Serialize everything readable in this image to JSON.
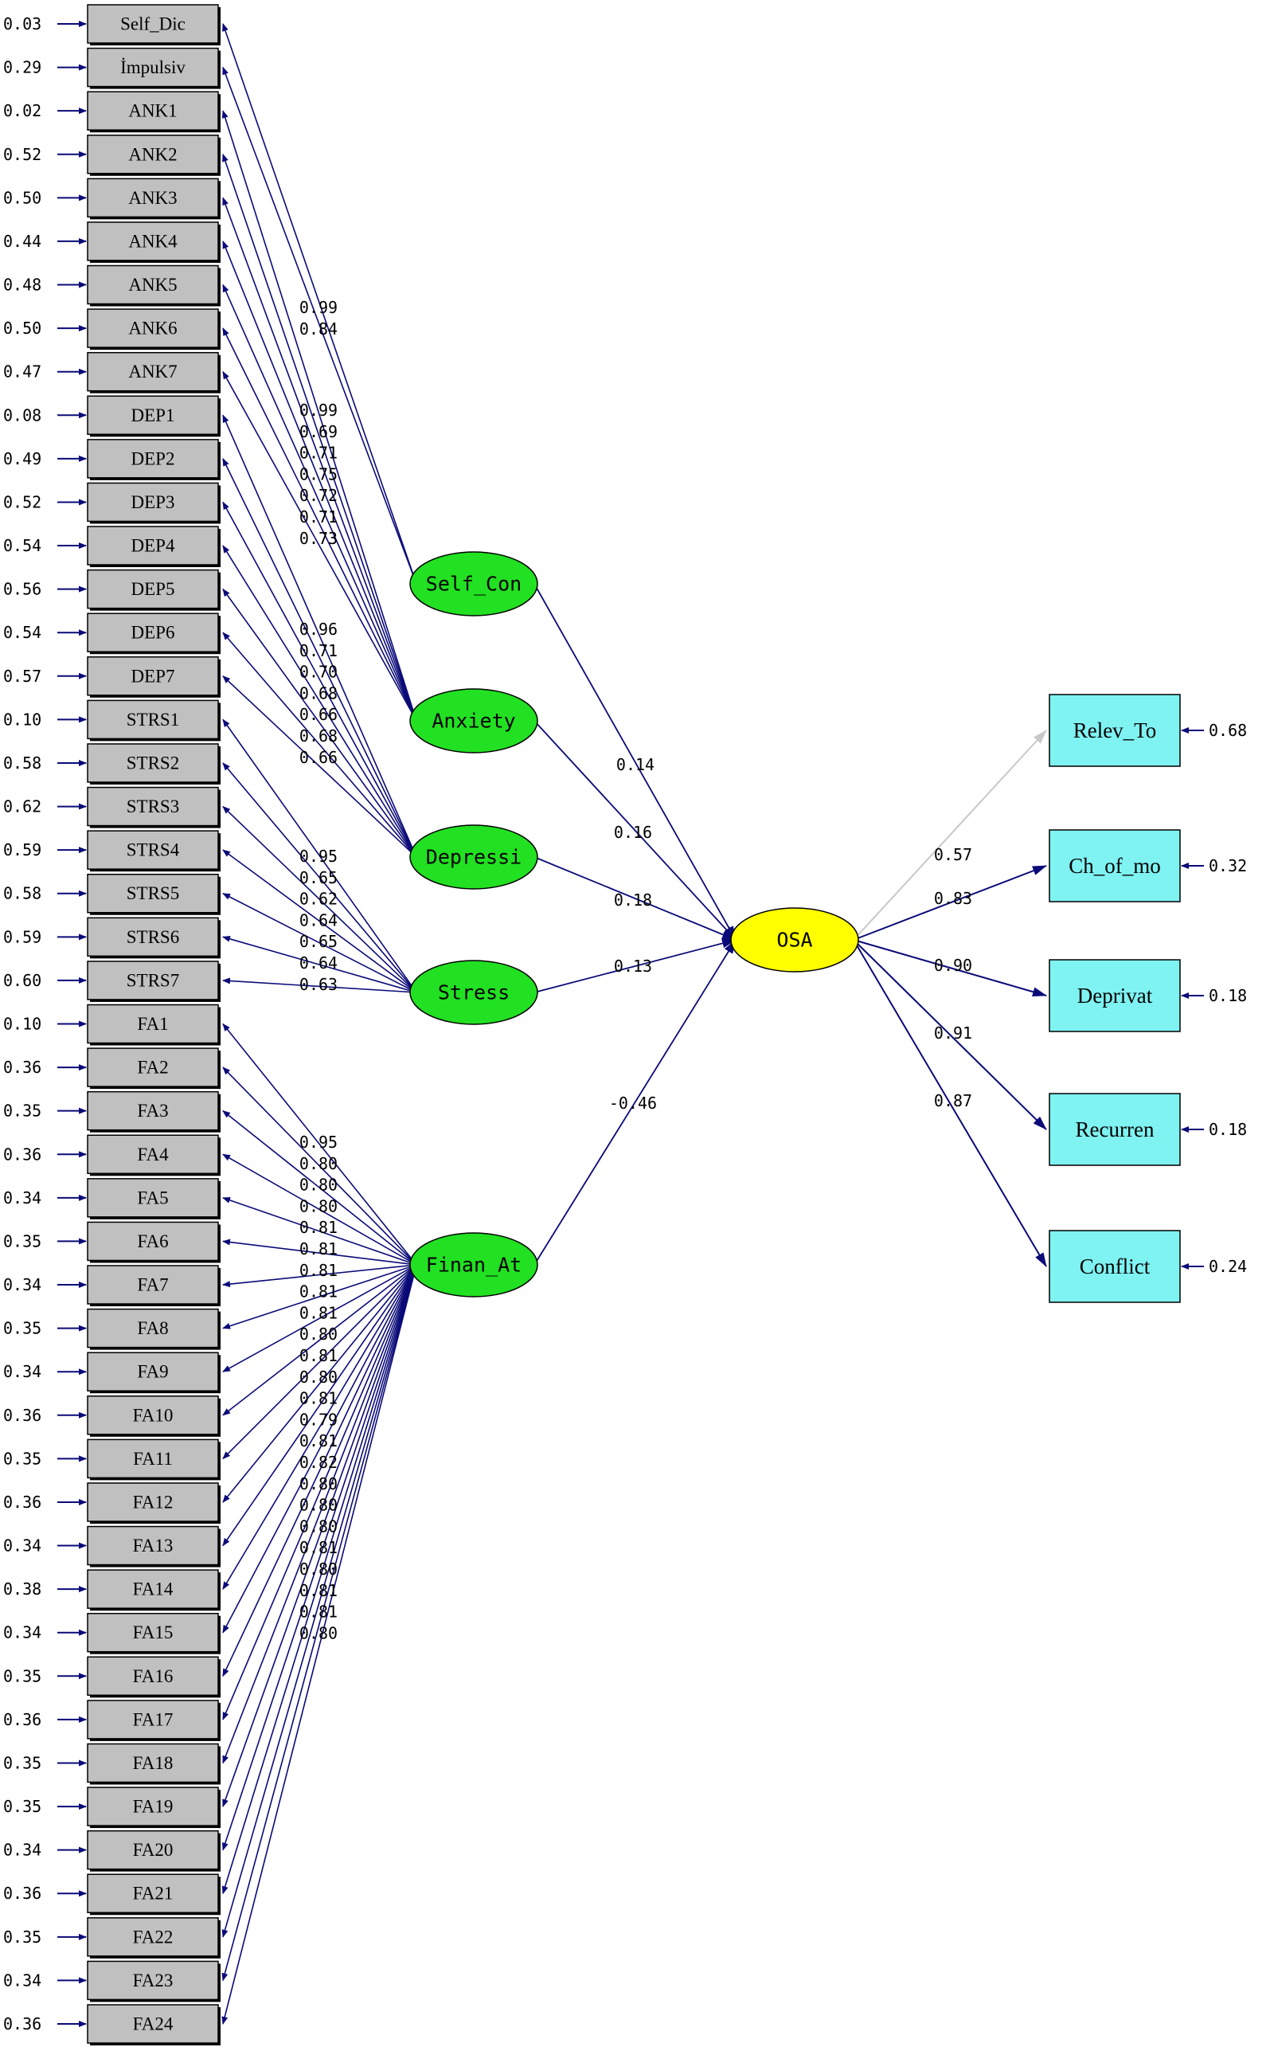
{
  "colors": {
    "path": "#0a0a78",
    "path_light": "#c8c8c8",
    "indicator_fill": "#c0c0c0",
    "latent_fill": "#22e022",
    "outcome_latent_fill": "#ffff00",
    "outcome_indicator_fill": "#7ff2f2"
  },
  "indicators": [
    {
      "label": "Self_Dic",
      "error": "0.03"
    },
    {
      "label": "İmpulsiv",
      "error": "0.29"
    },
    {
      "label": "ANK1",
      "error": "0.02"
    },
    {
      "label": "ANK2",
      "error": "0.52"
    },
    {
      "label": "ANK3",
      "error": "0.50"
    },
    {
      "label": "ANK4",
      "error": "0.44"
    },
    {
      "label": "ANK5",
      "error": "0.48"
    },
    {
      "label": "ANK6",
      "error": "0.50"
    },
    {
      "label": "ANK7",
      "error": "0.47"
    },
    {
      "label": "DEP1",
      "error": "0.08"
    },
    {
      "label": "DEP2",
      "error": "0.49"
    },
    {
      "label": "DEP3",
      "error": "0.52"
    },
    {
      "label": "DEP4",
      "error": "0.54"
    },
    {
      "label": "DEP5",
      "error": "0.56"
    },
    {
      "label": "DEP6",
      "error": "0.54"
    },
    {
      "label": "DEP7",
      "error": "0.57"
    },
    {
      "label": "STRS1",
      "error": "0.10"
    },
    {
      "label": "STRS2",
      "error": "0.58"
    },
    {
      "label": "STRS3",
      "error": "0.62"
    },
    {
      "label": "STRS4",
      "error": "0.59"
    },
    {
      "label": "STRS5",
      "error": "0.58"
    },
    {
      "label": "STRS6",
      "error": "0.59"
    },
    {
      "label": "STRS7",
      "error": "0.60"
    },
    {
      "label": "FA1",
      "error": "0.10"
    },
    {
      "label": "FA2",
      "error": "0.36"
    },
    {
      "label": "FA3",
      "error": "0.35"
    },
    {
      "label": "FA4",
      "error": "0.36"
    },
    {
      "label": "FA5",
      "error": "0.34"
    },
    {
      "label": "FA6",
      "error": "0.35"
    },
    {
      "label": "FA7",
      "error": "0.34"
    },
    {
      "label": "FA8",
      "error": "0.35"
    },
    {
      "label": "FA9",
      "error": "0.34"
    },
    {
      "label": "FA10",
      "error": "0.36"
    },
    {
      "label": "FA11",
      "error": "0.35"
    },
    {
      "label": "FA12",
      "error": "0.36"
    },
    {
      "label": "FA13",
      "error": "0.34"
    },
    {
      "label": "FA14",
      "error": "0.38"
    },
    {
      "label": "FA15",
      "error": "0.34"
    },
    {
      "label": "FA16",
      "error": "0.35"
    },
    {
      "label": "FA17",
      "error": "0.36"
    },
    {
      "label": "FA18",
      "error": "0.35"
    },
    {
      "label": "FA19",
      "error": "0.35"
    },
    {
      "label": "FA20",
      "error": "0.34"
    },
    {
      "label": "FA21",
      "error": "0.36"
    },
    {
      "label": "FA22",
      "error": "0.35"
    },
    {
      "label": "FA23",
      "error": "0.34"
    },
    {
      "label": "FA24",
      "error": "0.36"
    }
  ],
  "latents": [
    {
      "label": "Self_Con",
      "loadings": [
        "0.99",
        "0.84"
      ]
    },
    {
      "label": "Anxiety",
      "loadings": [
        "0.99",
        "0.69",
        "0.71",
        "0.75",
        "0.72",
        "0.71",
        "0.73"
      ]
    },
    {
      "label": "Depressi",
      "loadings": [
        "0.96",
        "0.71",
        "0.70",
        "0.68",
        "0.66",
        "0.68",
        "0.66"
      ]
    },
    {
      "label": "Stress",
      "loadings": [
        "0.95",
        "0.65",
        "0.62",
        "0.64",
        "0.65",
        "0.64",
        "0.63"
      ]
    },
    {
      "label": "Finan_At",
      "loadings": [
        "0.95",
        "0.80",
        "0.80",
        "0.80",
        "0.81",
        "0.81",
        "0.81",
        "0.81",
        "0.81",
        "0.80",
        "0.81",
        "0.80",
        "0.81",
        "0.79",
        "0.81",
        "0.82",
        "0.80",
        "0.80",
        "0.80",
        "0.81",
        "0.80",
        "0.81",
        "0.81",
        "0.80"
      ]
    }
  ],
  "outcome": {
    "label": "OSA"
  },
  "structural_paths": [
    "0.14",
    "0.16",
    "0.18",
    "0.13",
    "-0.46"
  ],
  "outcome_indicators": [
    {
      "label": "Relev_To",
      "loading": "0.57",
      "error": "0.68"
    },
    {
      "label": "Ch_of_mo",
      "loading": "0.83",
      "error": "0.32"
    },
    {
      "label": "Deprivat",
      "loading": "0.90",
      "error": "0.18"
    },
    {
      "label": "Recurren",
      "loading": "0.91",
      "error": "0.18"
    },
    {
      "label": "Conflict",
      "loading": "0.87",
      "error": "0.24"
    }
  ]
}
